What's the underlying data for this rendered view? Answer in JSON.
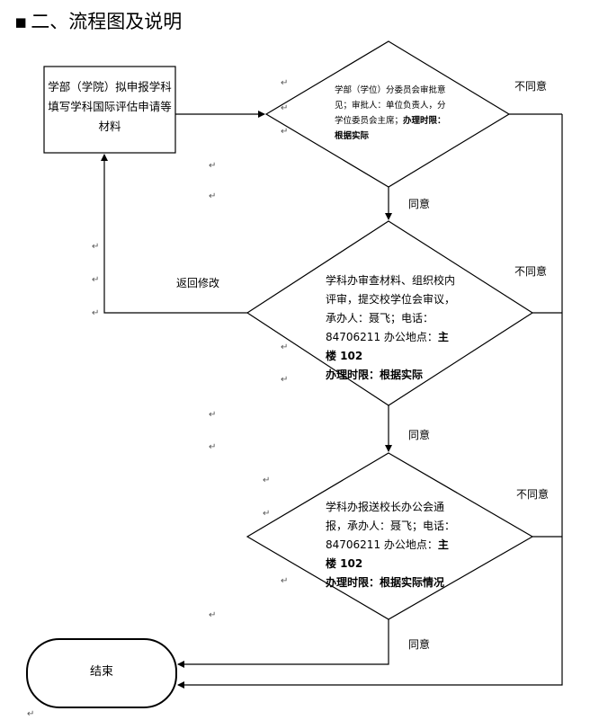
{
  "heading": {
    "bullet": "▪",
    "text": "二、流程图及说明"
  },
  "steps": {
    "start": {
      "text": "学部（学院）拟申报学科填写学科国际评估申请等材料"
    },
    "review1": {
      "line1": "学部（学位）分委员会审批意见；审批人：单位负责人，分学位委员会主席；",
      "bold": "办理时限：根据实际"
    },
    "review2": {
      "line1": "学科办审查材料、组织校内评审，提交校学位会审议，承办人：聂飞；电话：84706211 办公地点：",
      "bold1": "主楼 102",
      "bold2": "办理时限：根据实际"
    },
    "review3": {
      "line1": "学科办报送校长办公会通报，承办人：聂飞；电话：84706211 办公地点：",
      "bold1": "主楼 102",
      "bold2": "办理时限：根据实际情况"
    },
    "end": {
      "text": "结束"
    }
  },
  "labels": {
    "disagree": "不同意",
    "agree": "同意",
    "return": "返回修改"
  },
  "marks": {
    "paragraph": "↵"
  }
}
